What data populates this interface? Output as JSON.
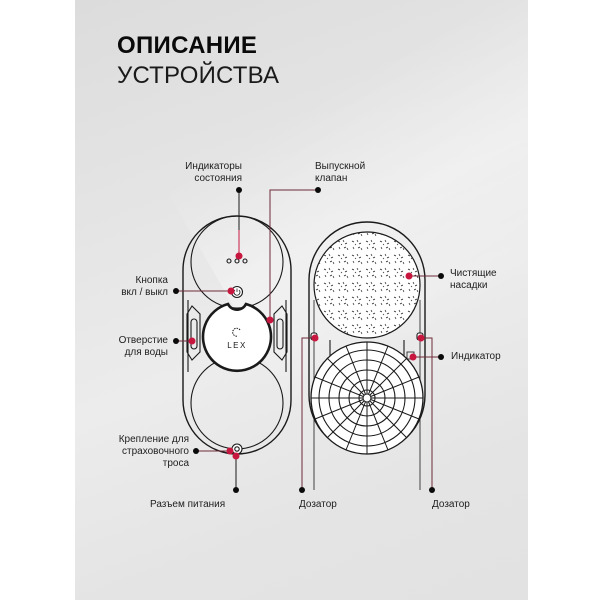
{
  "title": {
    "line1": "ОПИСАНИЕ",
    "line2": "УСТРОЙСТВА"
  },
  "brand": {
    "logo_text": "LEX"
  },
  "colors": {
    "accent": "#c8173f",
    "line": "#1a1a1a",
    "background": "#e4e4e4"
  },
  "callouts": {
    "status_indicators": {
      "line1": "Индикаторы",
      "line2": "состояния"
    },
    "exhaust_valve": {
      "line1": "Выпускной",
      "line2": "клапан"
    },
    "power_button": {
      "line1": "Кнопка",
      "line2": "вкл / выкл"
    },
    "water_hole": {
      "line1": "Отверстие",
      "line2": "для воды"
    },
    "safety_rope_mount": {
      "line1": "Крепление для",
      "line2": "страховочного",
      "line3": "троса"
    },
    "power_connector": {
      "label": "Разъем питания"
    },
    "cleaning_pads": {
      "line1": "Чистящие",
      "line2": "насадки"
    },
    "indicator": {
      "label": "Индикатор"
    },
    "dispenser_left": {
      "label": "Дозатор"
    },
    "dispenser_right": {
      "label": "Дозатор"
    }
  }
}
